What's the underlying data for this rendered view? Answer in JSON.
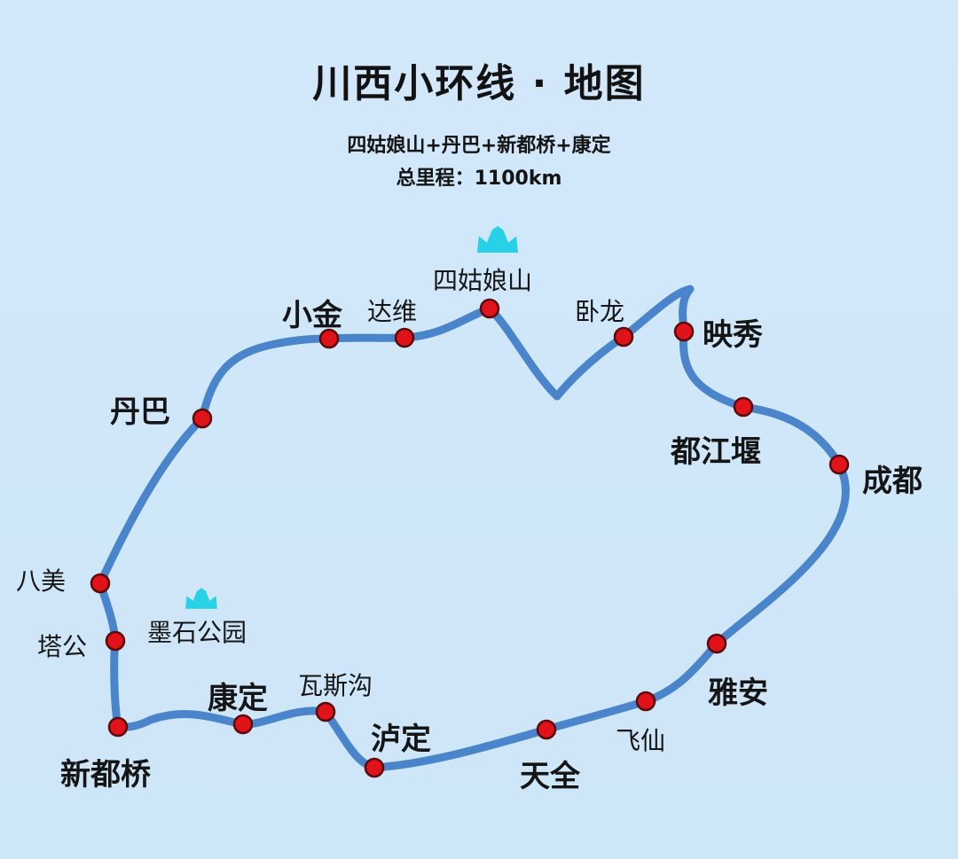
{
  "header": {
    "title": "川西小环线 · 地图",
    "subtitle": "四姑娘山+丹巴+新都桥+康定",
    "distance": "总里程：1100km"
  },
  "colors": {
    "route": "#4a85cc",
    "stop_fill": "#e0131b",
    "stop_stroke": "#5a0a0a",
    "mountain_icon": "#28d0e8",
    "text": "#151515"
  },
  "icons": [
    {
      "name": "mountain-icon",
      "id": "siguniang"
    },
    {
      "name": "mountain-icon",
      "id": "moshi"
    }
  ],
  "stops": [
    {
      "id": "chengdu",
      "label": "成都",
      "style": "major"
    },
    {
      "id": "dujiangyan",
      "label": "都江堰",
      "style": "major"
    },
    {
      "id": "yingxiu",
      "label": "映秀",
      "style": "major"
    },
    {
      "id": "wolong",
      "label": "卧龙",
      "style": "minor"
    },
    {
      "id": "siguniangshan",
      "label": "四姑娘山",
      "style": "minor"
    },
    {
      "id": "dawei",
      "label": "达维",
      "style": "minor"
    },
    {
      "id": "xiaojin",
      "label": "小金",
      "style": "major"
    },
    {
      "id": "danba",
      "label": "丹巴",
      "style": "major"
    },
    {
      "id": "bamei",
      "label": "八美",
      "style": "minor"
    },
    {
      "id": "tagong",
      "label": "塔公",
      "style": "minor"
    },
    {
      "id": "xinduqiao",
      "label": "新都桥",
      "style": "major"
    },
    {
      "id": "kangding",
      "label": "康定",
      "style": "major"
    },
    {
      "id": "wasigou",
      "label": "瓦斯沟",
      "style": "minor"
    },
    {
      "id": "luding",
      "label": "泸定",
      "style": "major"
    },
    {
      "id": "tianquan",
      "label": "天全",
      "style": "major"
    },
    {
      "id": "feixian",
      "label": "飞仙",
      "style": "minor"
    },
    {
      "id": "yaan",
      "label": "雅安",
      "style": "major"
    }
  ],
  "landmarks": [
    {
      "id": "moshi",
      "label": "墨石公园"
    }
  ]
}
